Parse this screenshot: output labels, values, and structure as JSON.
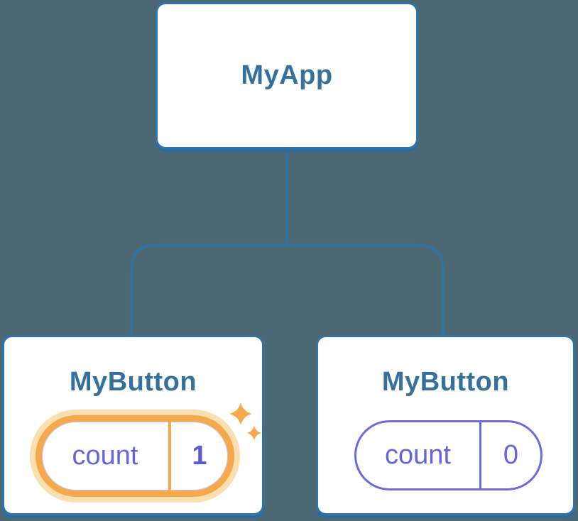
{
  "diagram": {
    "type": "react-component-tree",
    "root": {
      "label": "MyApp"
    },
    "children": [
      {
        "label": "MyButton",
        "state": {
          "name": "count",
          "value": "1"
        },
        "highlighted": true,
        "highlight_effect": "orange-ring-with-sparkles"
      },
      {
        "label": "MyButton",
        "state": {
          "name": "count",
          "value": "0"
        },
        "highlighted": false
      }
    ],
    "colors": {
      "background": "#4C6973",
      "card_fill": "#FFFFFF",
      "card_border": "#3173A6",
      "card_bottom_shadow": "#2B6BA2",
      "connector": "#2F72A5",
      "title_text": "#35719C",
      "state_text": "#6464DE",
      "state_value_bold": "#5A5AD6",
      "highlight_ring": "#F6A94C",
      "highlight_glow": "#FBDFAF",
      "sparkle": "#F4AB4D"
    }
  }
}
